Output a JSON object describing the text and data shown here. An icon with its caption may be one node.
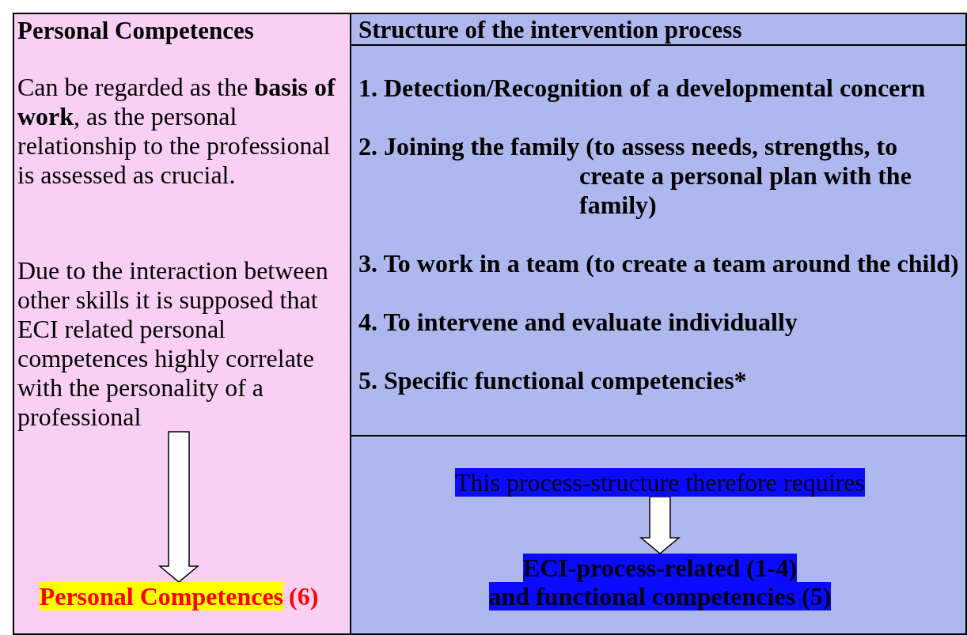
{
  "diagram": {
    "nodes": [
      {
        "text": [
          "Personal Competences"
        ]
      },
      {
        "text": [
          "Can be regarded as the **basis of work**, as the personal relationship to the professional is assessed as crucial.",
          "Due to the interaction between other skills it is supposed that ECI related personal competences highly correlate with the personality of a professional"
        ],
        "in": 0
      },
      {
        "text": [
          "Personal Competences",
          "(6)"
        ],
        "in": 0
      },
      {
        "text": [
          "Structure of the intervention process"
        ]
      },
      {
        "text": [
          "1. Detection/Recognition of a developmental concern",
          "2. Joining the family (to assess needs, strengths, to create a personal plan with the family)",
          "3. To work in a team (to create a team around the child)",
          "4. To intervene and evaluate individually",
          "5. Specific functional competencies*"
        ]
      },
      {
        "text": [],
        "shape": "box"
      },
      {
        "text": [
          "This process-structure therefore requires"
        ],
        "in": 5
      },
      {
        "text": [
          "ECI-process-related (1-4)",
          "and functional competencies (5)"
        ],
        "in": 5
      }
    ],
    "edges": [
      {
        "from": 1,
        "to": 2,
        "arrow": "to"
      },
      {
        "from": 6,
        "to": 7,
        "arrow": "to"
      }
    ]
  }
}
